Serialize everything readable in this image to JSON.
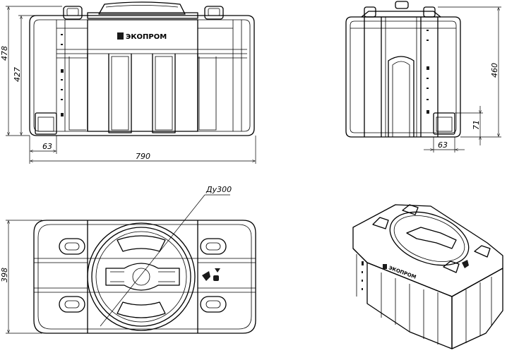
{
  "brand": "ЭКОПРОМ",
  "pipe_label": "Ду300",
  "dimensions": {
    "front_width": "790",
    "front_height_total": "478",
    "front_height_body": "427",
    "front_drain_offset": "63",
    "side_height": "460",
    "side_drain_height": "71",
    "side_drain_offset": "63",
    "top_depth": "398"
  }
}
